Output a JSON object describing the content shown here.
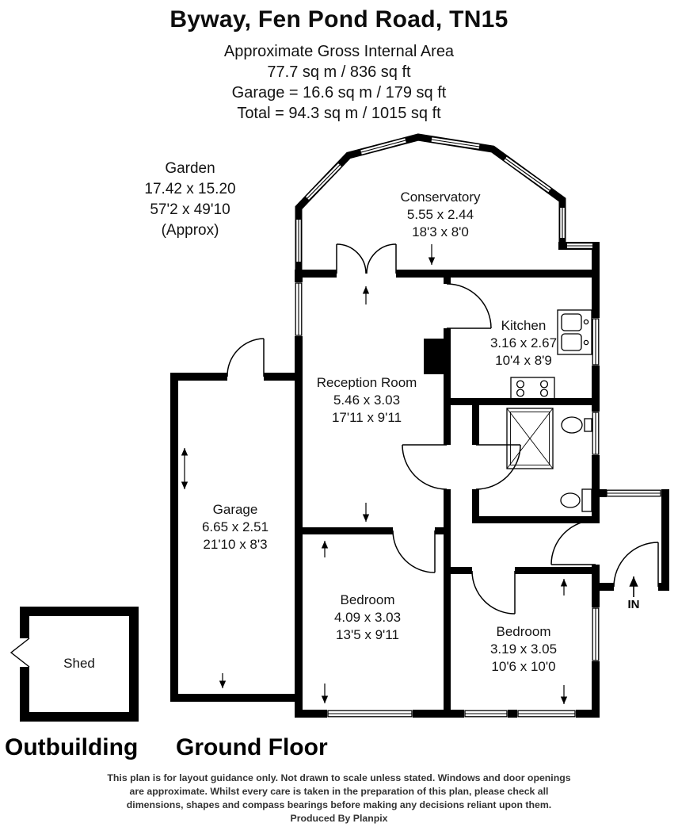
{
  "header": {
    "title": "Byway, Fen Pond Road, TN15",
    "subtitle": "Approximate Gross Internal Area",
    "internal_area": "77.7 sq m / 836 sq ft",
    "garage_area": "Garage = 16.6 sq m / 179 sq ft",
    "total_area": "Total = 94.3 sq m / 1015 sq ft"
  },
  "rooms": {
    "garden": {
      "name": "Garden",
      "metric": "17.42 x 15.20",
      "imperial": "57'2 x 49'10",
      "note": "(Approx)"
    },
    "conservatory": {
      "name": "Conservatory",
      "metric": "5.55 x 2.44",
      "imperial": "18'3 x 8'0"
    },
    "kitchen": {
      "name": "Kitchen",
      "metric": "3.16 x 2.67",
      "imperial": "10'4 x 8'9"
    },
    "reception": {
      "name": "Reception Room",
      "metric": "5.46 x 3.03",
      "imperial": "17'11 x 9'11"
    },
    "garage": {
      "name": "Garage",
      "metric": "6.65 x 2.51",
      "imperial": "21'10 x 8'3"
    },
    "bedroom_center": {
      "name": "Bedroom",
      "metric": "4.09 x 3.03",
      "imperial": "13'5 x 9'11"
    },
    "bedroom_right": {
      "name": "Bedroom",
      "metric": "3.19 x 3.05",
      "imperial": "10'6 x 10'0"
    },
    "shed": {
      "name": "Shed"
    }
  },
  "plan": {
    "entrance_label": "IN",
    "outbuilding_label": "Outbuilding",
    "ground_floor_label": "Ground Floor"
  },
  "footer": {
    "lines": [
      "This plan is for layout guidance only. Not drawn to scale unless stated. Windows and door openings",
      "are approximate. Whilst every care is taken in the preparation of this plan, please check all",
      "dimensions, shapes and compass bearings before making any decisions reliant upon them.",
      "Produced By Planpix"
    ]
  },
  "colors": {
    "wall": "#000000",
    "text": "#111111",
    "footer_text": "#333333"
  }
}
